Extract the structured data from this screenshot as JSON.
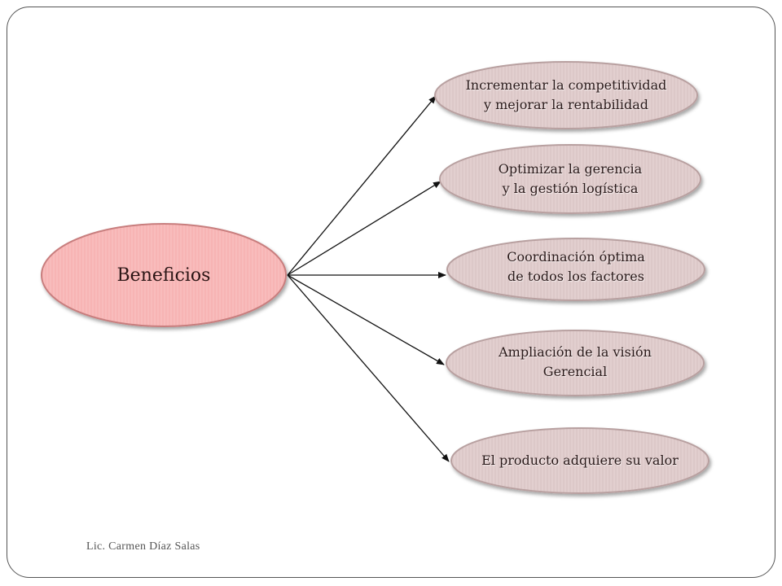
{
  "diagram": {
    "central_label": "Beneficios",
    "benefits": [
      {
        "label": "Incrementar la competitividad\ny mejorar la rentabilidad"
      },
      {
        "label": "Optimizar la gerencia\ny la gestión logística"
      },
      {
        "label": "Coordinación óptima\nde todos los factores"
      },
      {
        "label": "Ampliación de la visión\nGerencial"
      },
      {
        "label": "El producto adquiere su valor"
      }
    ]
  },
  "footer": {
    "author": "Lic. Carmen Díaz Salas"
  },
  "colors": {
    "central_fill": "#f7b4b4",
    "central_stroke": "#c87e7e",
    "benefit_fill": "#dcc8c8",
    "benefit_stroke": "#b8a0a0",
    "arrow": "#111111",
    "frame": "#555555"
  }
}
